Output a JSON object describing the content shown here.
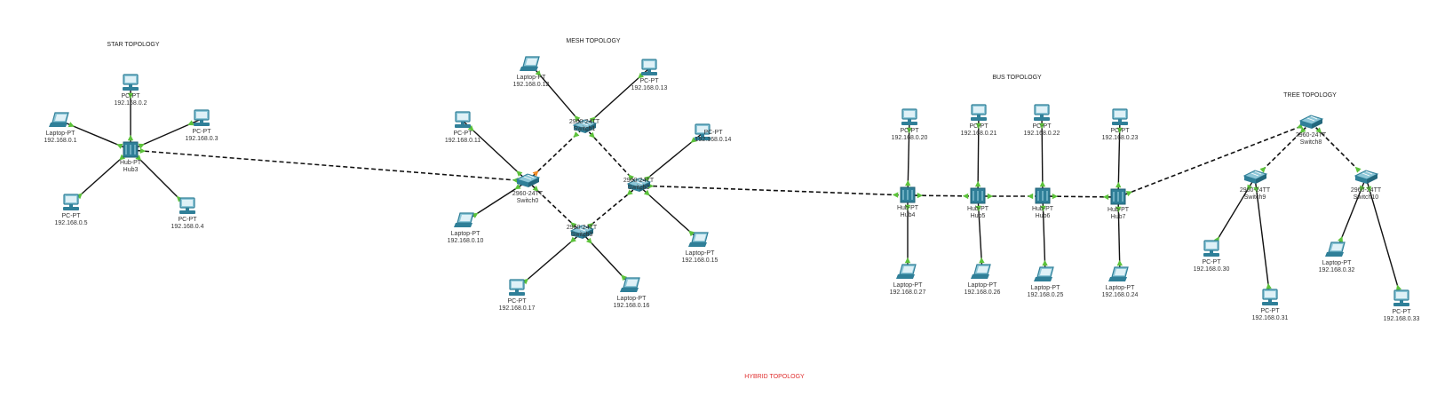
{
  "titles": {
    "star": "STAR TOPOLOGY",
    "mesh": "MESH TOPOLOGY",
    "bus": "BUS TOPOLOGY",
    "tree": "TREE TOPOLOGY",
    "hybrid": "HYBRID TOPOLOGY"
  },
  "colors": {
    "link": "#111111",
    "port_up": "#5cc23a",
    "port_warn": "#f08a24",
    "device": "#2f7f98",
    "device_light": "#8ec7d8",
    "hybrid_title": "#e03030"
  },
  "nodes": [
    {
      "id": "hub3",
      "kind": "hub",
      "type": "Hub-PT",
      "name": "Hub3"
    },
    {
      "id": "pc2",
      "kind": "pc",
      "type": "PC-PT",
      "ip": "192.168.0.2"
    },
    {
      "id": "pc3",
      "kind": "pc",
      "type": "PC-PT",
      "ip": "192.168.0.3"
    },
    {
      "id": "lap1",
      "kind": "laptop",
      "type": "Laptop-PT",
      "ip": "192.168.0.1"
    },
    {
      "id": "pc5",
      "kind": "pc",
      "type": "PC-PT",
      "ip": "192.168.0.5"
    },
    {
      "id": "pc4",
      "kind": "pc",
      "type": "PC-PT",
      "ip": "192.168.0.4"
    },
    {
      "id": "sw0",
      "kind": "switch",
      "type": "2960-24TT",
      "name": "Switch0"
    },
    {
      "id": "sw1",
      "kind": "switch",
      "type": "2960-24TT",
      "name": "Switch1"
    },
    {
      "id": "sw2",
      "kind": "switch",
      "type": "2960-24TT",
      "name": "Switch2"
    },
    {
      "id": "sw3",
      "kind": "switch",
      "type": "2960-24TT",
      "name": "Switch3"
    },
    {
      "id": "lap12",
      "kind": "laptop",
      "type": "Laptop-PT",
      "ip": "192.168.0.12"
    },
    {
      "id": "pc13",
      "kind": "pc",
      "type": "PC-PT",
      "ip": "192.168.0.13"
    },
    {
      "id": "pc11",
      "kind": "pc",
      "type": "PC-PT",
      "ip": "192.168.0.11"
    },
    {
      "id": "pc14",
      "kind": "pc",
      "type": "PC-PT",
      "ip": "192.168.0.14"
    },
    {
      "id": "lap10",
      "kind": "laptop",
      "type": "Laptop-PT",
      "ip": "192.168.0.10"
    },
    {
      "id": "lap15",
      "kind": "laptop",
      "type": "Laptop-PT",
      "ip": "192.168.0.15"
    },
    {
      "id": "pc17",
      "kind": "pc",
      "type": "PC-PT",
      "ip": "192.168.0.17"
    },
    {
      "id": "lap16",
      "kind": "laptop",
      "type": "Laptop-PT",
      "ip": "192.168.0.16"
    },
    {
      "id": "hub4",
      "kind": "hub",
      "type": "Hub-PT",
      "name": "Hub4"
    },
    {
      "id": "hub5",
      "kind": "hub",
      "type": "Hub-PT",
      "name": "Hub5"
    },
    {
      "id": "hub6",
      "kind": "hub",
      "type": "Hub-PT",
      "name": "Hub6"
    },
    {
      "id": "hub7",
      "kind": "hub",
      "type": "Hub-PT",
      "name": "Hub7"
    },
    {
      "id": "pc20",
      "kind": "pc",
      "type": "PC-PT",
      "ip": "192.168.0.20"
    },
    {
      "id": "pc21",
      "kind": "pc",
      "type": "PC-PT",
      "ip": "192.168.0.21"
    },
    {
      "id": "pc22",
      "kind": "pc",
      "type": "PC-PT",
      "ip": "192.168.0.22"
    },
    {
      "id": "pc23",
      "kind": "pc",
      "type": "PC-PT",
      "ip": "192.168.0.23"
    },
    {
      "id": "lap27",
      "kind": "laptop",
      "type": "Laptop-PT",
      "ip": "192.168.0.27"
    },
    {
      "id": "lap26",
      "kind": "laptop",
      "type": "Laptop-PT",
      "ip": "192.168.0.26"
    },
    {
      "id": "lap25",
      "kind": "laptop",
      "type": "Laptop-PT",
      "ip": "192.168.0.25"
    },
    {
      "id": "lap24",
      "kind": "laptop",
      "type": "Laptop-PT",
      "ip": "192.168.0.24"
    },
    {
      "id": "sw8",
      "kind": "switch",
      "type": "2960-24TT",
      "name": "Switch8"
    },
    {
      "id": "sw9",
      "kind": "switch",
      "type": "2960-24TT",
      "name": "Switch9"
    },
    {
      "id": "sw10",
      "kind": "switch",
      "type": "2960-24TT",
      "name": "Switch10"
    },
    {
      "id": "pc30",
      "kind": "pc",
      "type": "PC-PT",
      "ip": "192.168.0.30"
    },
    {
      "id": "pc31",
      "kind": "pc",
      "type": "PC-PT",
      "ip": "192.168.0.31"
    },
    {
      "id": "lap32",
      "kind": "laptop",
      "type": "Laptop-PT",
      "ip": "192.168.0.32"
    },
    {
      "id": "pc33",
      "kind": "pc",
      "type": "PC-PT",
      "ip": "192.168.0.33"
    }
  ],
  "links": [
    {
      "a": "hub3",
      "b": "pc2",
      "style": "solid"
    },
    {
      "a": "hub3",
      "b": "pc3",
      "style": "solid"
    },
    {
      "a": "hub3",
      "b": "lap1",
      "style": "solid"
    },
    {
      "a": "hub3",
      "b": "pc5",
      "style": "solid"
    },
    {
      "a": "hub3",
      "b": "pc4",
      "style": "solid"
    },
    {
      "a": "hub3",
      "b": "sw0",
      "style": "dashed"
    },
    {
      "a": "sw1",
      "b": "lap12",
      "style": "solid"
    },
    {
      "a": "sw1",
      "b": "pc13",
      "style": "solid"
    },
    {
      "a": "sw0",
      "b": "pc11",
      "style": "solid"
    },
    {
      "a": "sw0",
      "b": "lap10",
      "style": "solid"
    },
    {
      "a": "sw2",
      "b": "pc14",
      "style": "solid"
    },
    {
      "a": "sw2",
      "b": "lap15",
      "style": "solid"
    },
    {
      "a": "sw3",
      "b": "pc17",
      "style": "solid"
    },
    {
      "a": "sw3",
      "b": "lap16",
      "style": "solid"
    },
    {
      "a": "sw0",
      "b": "sw1",
      "style": "dashed"
    },
    {
      "a": "sw1",
      "b": "sw2",
      "style": "dashed"
    },
    {
      "a": "sw2",
      "b": "sw3",
      "style": "dashed"
    },
    {
      "a": "sw3",
      "b": "sw0",
      "style": "dashed"
    },
    {
      "a": "sw2",
      "b": "hub4",
      "style": "dashed"
    },
    {
      "a": "hub4",
      "b": "hub5",
      "style": "dashed"
    },
    {
      "a": "hub5",
      "b": "hub6",
      "style": "dashed"
    },
    {
      "a": "hub6",
      "b": "hub7",
      "style": "dashed"
    },
    {
      "a": "hub4",
      "b": "pc20",
      "style": "solid"
    },
    {
      "a": "hub5",
      "b": "pc21",
      "style": "solid"
    },
    {
      "a": "hub6",
      "b": "pc22",
      "style": "solid"
    },
    {
      "a": "hub7",
      "b": "pc23",
      "style": "solid"
    },
    {
      "a": "hub4",
      "b": "lap27",
      "style": "solid"
    },
    {
      "a": "hub5",
      "b": "lap26",
      "style": "solid"
    },
    {
      "a": "hub6",
      "b": "lap25",
      "style": "solid"
    },
    {
      "a": "hub7",
      "b": "lap24",
      "style": "solid"
    },
    {
      "a": "hub7",
      "b": "sw8",
      "style": "dashed"
    },
    {
      "a": "sw8",
      "b": "sw9",
      "style": "dashed"
    },
    {
      "a": "sw8",
      "b": "sw10",
      "style": "dashed"
    },
    {
      "a": "sw9",
      "b": "pc30",
      "style": "solid"
    },
    {
      "a": "sw9",
      "b": "pc31",
      "style": "solid"
    },
    {
      "a": "sw10",
      "b": "lap32",
      "style": "solid"
    },
    {
      "a": "sw10",
      "b": "pc33",
      "style": "solid"
    }
  ]
}
